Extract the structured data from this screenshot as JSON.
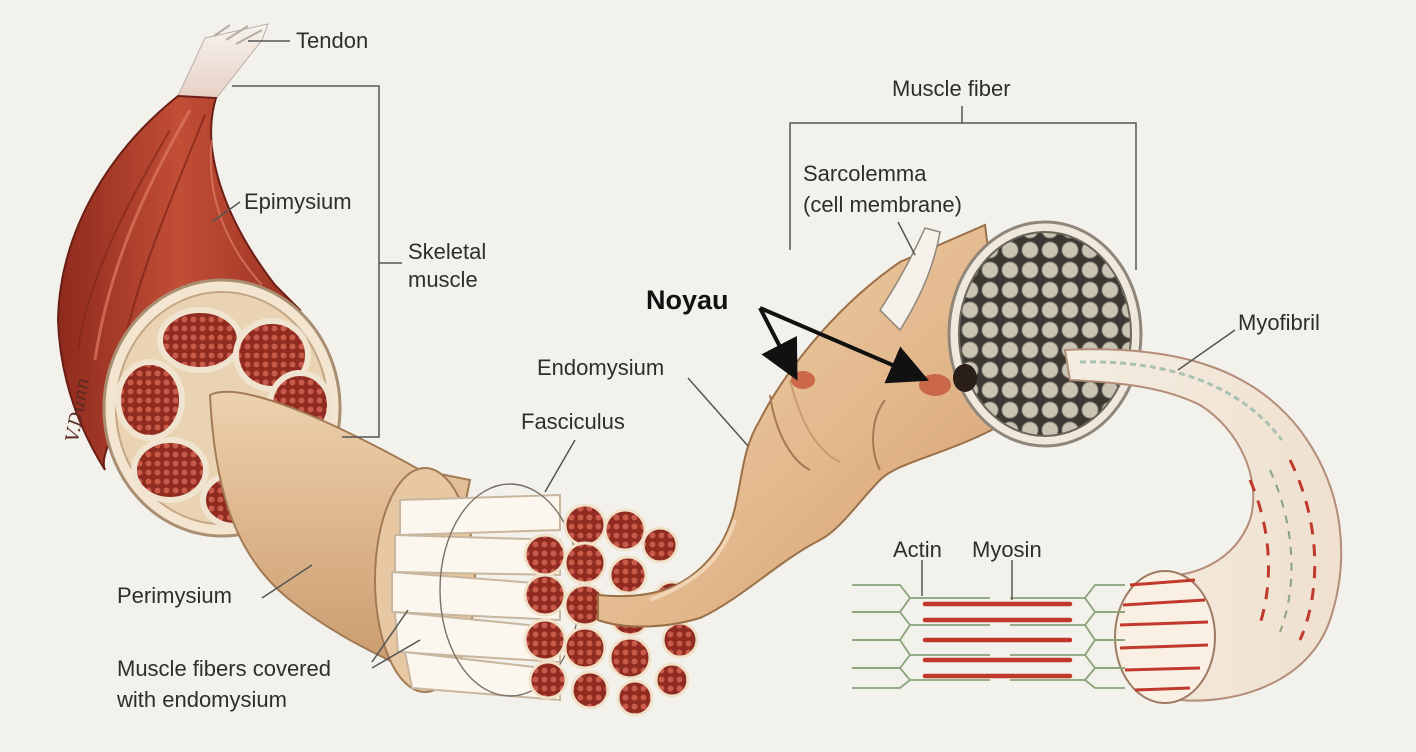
{
  "labels": {
    "tendon": "Tendon",
    "epimysium": "Epimysium",
    "skeletal_muscle_line1": "Skeletal",
    "skeletal_muscle_line2": "muscle",
    "perimysium": "Perimysium",
    "muscle_fibers_line1": "Muscle fibers covered",
    "muscle_fibers_line2": "with endomysium",
    "fasciculus": "Fasciculus",
    "endomysium": "Endomysium",
    "noyau": "Noyau",
    "muscle_fiber": "Muscle fiber",
    "sarcolemma_line1": "Sarcolemma",
    "sarcolemma_line2": "(cell membrane)",
    "myofibril": "Myofibril",
    "actin": "Actin",
    "myosin": "Myosin"
  },
  "signature": "V.Dunn",
  "colors": {
    "background": "#f3f1ec",
    "muscle_red": "#b8442f",
    "muscle_dark": "#7a2219",
    "tissue_tan": "#e2bf97",
    "fiber_cream": "#f6efe2",
    "myofibril_gray": "#bdb7a8",
    "actin_green": "#8aa37a",
    "myosin_red": "#c0392b",
    "leader_line": "#555555",
    "arrow": "#111111"
  }
}
